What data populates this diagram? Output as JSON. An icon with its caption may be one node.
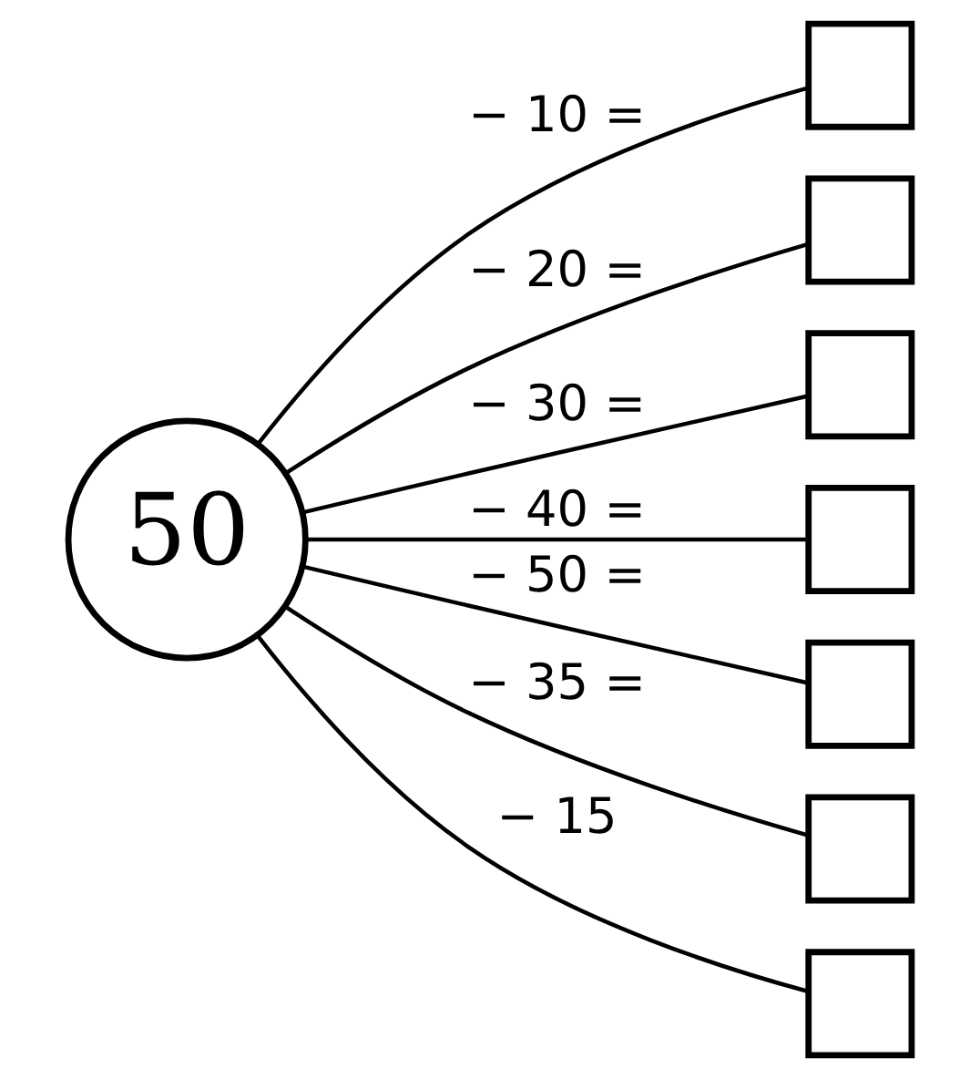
{
  "diagram": {
    "nodes": [
      {
        "text": [
          "50"
        ]
      },
      {
        "text": [],
        "shape": "box"
      },
      {
        "text": [],
        "shape": "box"
      },
      {
        "text": [],
        "shape": "box"
      },
      {
        "text": [],
        "shape": "box"
      },
      {
        "text": [],
        "shape": "box"
      },
      {
        "text": [],
        "shape": "box"
      },
      {
        "text": [],
        "shape": "box"
      }
    ],
    "edges": [
      {
        "from": 0,
        "to": 1,
        "arrow": "none",
        "label": "− 10 ="
      },
      {
        "from": 0,
        "to": 2,
        "arrow": "none",
        "label": "− 20 ="
      },
      {
        "from": 0,
        "to": 3,
        "arrow": "none",
        "label": "− 30 ="
      },
      {
        "from": 0,
        "to": 4,
        "arrow": "none",
        "label": "− 40 ="
      },
      {
        "from": 0,
        "to": 5,
        "arrow": "none",
        "label": "− 50 ="
      },
      {
        "from": 0,
        "to": 6,
        "arrow": "none",
        "label": "− 35 ="
      },
      {
        "from": 0,
        "to": 7,
        "arrow": "none",
        "label": "− 15"
      }
    ]
  }
}
